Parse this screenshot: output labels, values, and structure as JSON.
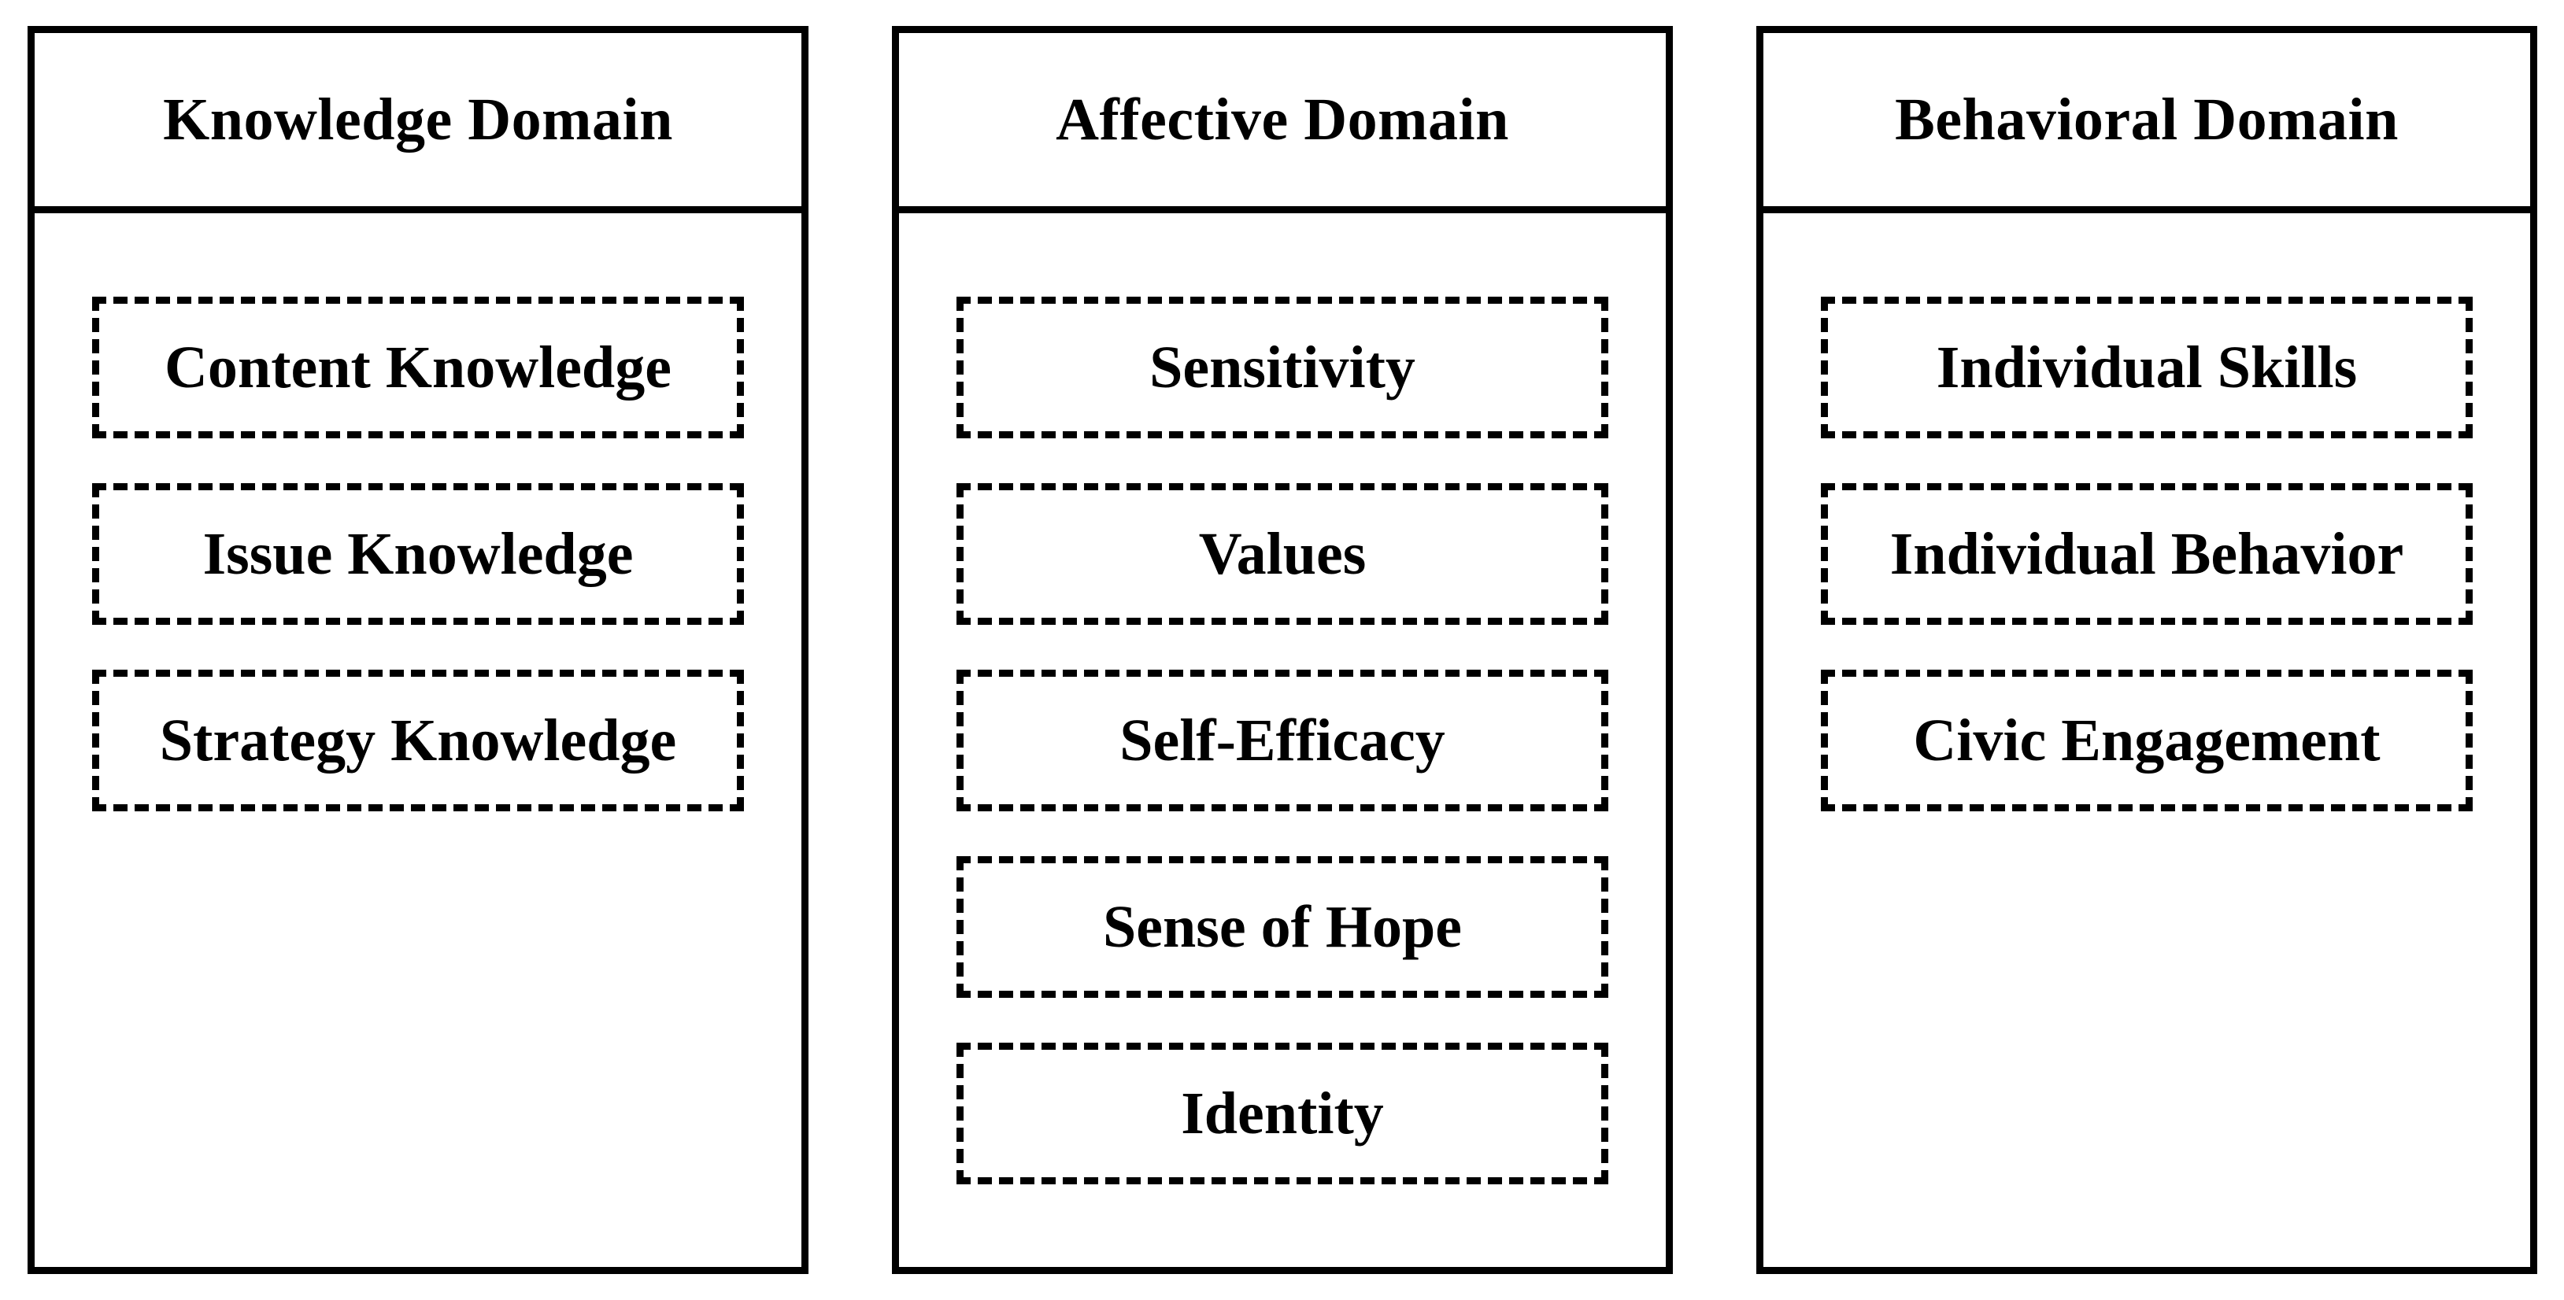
{
  "columns": [
    {
      "title": "Knowledge Domain",
      "items": [
        "Content Knowledge",
        "Issue Knowledge",
        "Strategy Knowledge"
      ]
    },
    {
      "title": "Affective Domain",
      "items": [
        "Sensitivity",
        "Values",
        "Self-Efficacy",
        "Sense of Hope",
        "Identity"
      ]
    },
    {
      "title": "Behavioral Domain",
      "items": [
        "Individual Skills",
        "Individual Behavior",
        "Civic Engagement"
      ]
    }
  ],
  "colors": {
    "line": "#000000",
    "background": "#ffffff",
    "text": "#000000"
  }
}
